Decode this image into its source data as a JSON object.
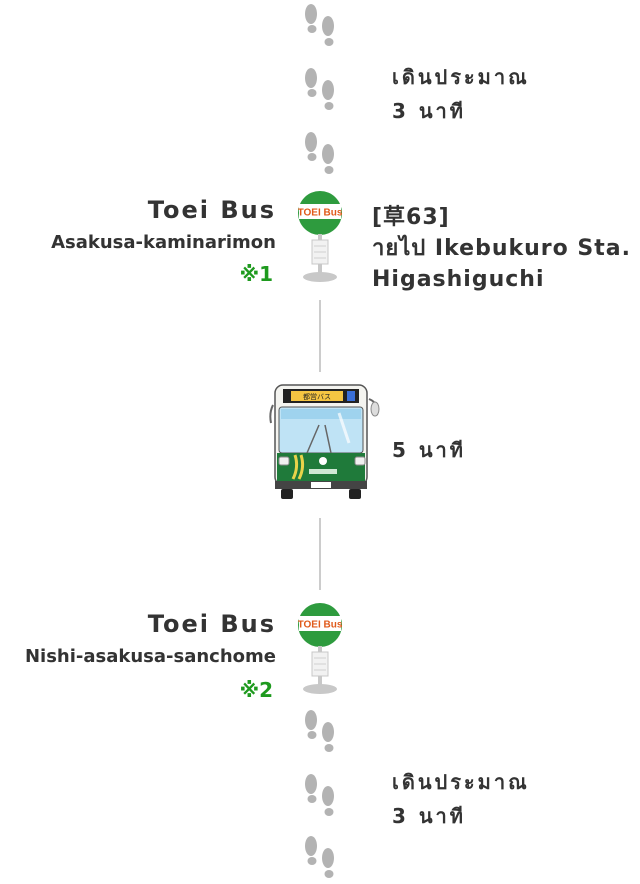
{
  "walk_top": {
    "line1": "เดินประมาณ",
    "line2": "3 นาที"
  },
  "stop1": {
    "operator": "Toei Bus",
    "name": "Asakusa-kaminarimon",
    "note": "※1",
    "sign_label": "TOEI Bus"
  },
  "route": {
    "line1": "[草63]",
    "line2": "ายไป Ikebukuro Sta.",
    "line3": "Higashiguchi"
  },
  "bus": {
    "destination_sign": "都営バス",
    "plate": ""
  },
  "ride": {
    "duration": "5 นาที"
  },
  "stop2": {
    "operator": "Toei Bus",
    "name": "Nishi-asakusa-sanchome",
    "note": "※2",
    "sign_label": "TOEI Bus"
  },
  "walk_bottom": {
    "line1": "เดินประมาณ",
    "line2": "3 นาที"
  },
  "colors": {
    "text": "#333333",
    "note_green": "#1e9a1e",
    "stop_green": "#2e9b3e",
    "footprint": "#b3b3b3",
    "bus_green": "#1f7a3a",
    "line": "#cccccc"
  },
  "icons": {
    "footprint": "footprints-icon",
    "bus_stop": "bus-stop-sign-icon",
    "bus": "bus-icon"
  }
}
